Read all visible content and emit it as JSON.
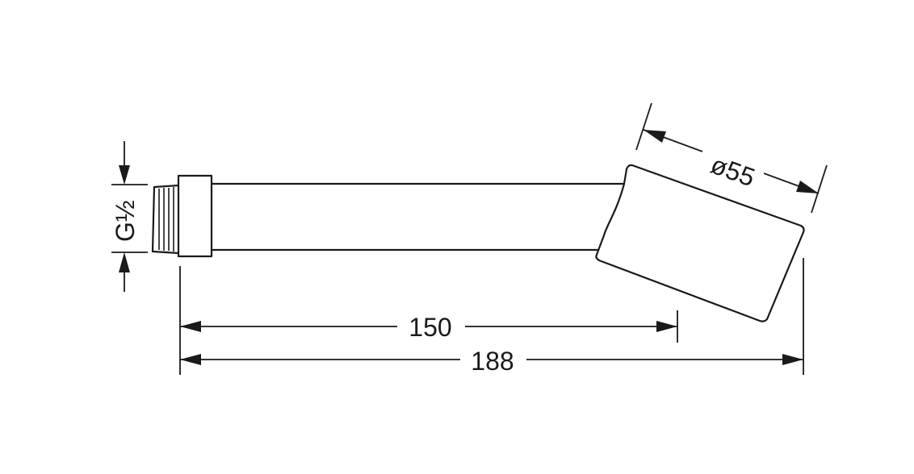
{
  "dimensions": {
    "thread": "G½",
    "diameter": "ø55",
    "arm_length": "150",
    "total_length": "188"
  }
}
